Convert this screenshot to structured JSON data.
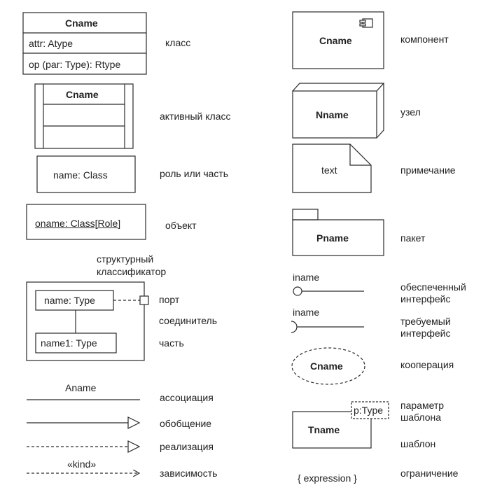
{
  "left": {
    "class": {
      "name": "Cname",
      "attr": "attr: Atype",
      "op": "op (par: Type): Rtype",
      "label": "класс"
    },
    "active_class": {
      "name": "Cname",
      "label": "активный класс"
    },
    "role": {
      "text": "name: Class",
      "label": "роль или часть"
    },
    "object": {
      "text": "oname: Class[Role]",
      "label": "объект"
    },
    "structured": {
      "title_line1": "структурный",
      "title_line2": "классификатор",
      "part1": "name: Type",
      "part2": "name1: Type",
      "port_label": "порт",
      "connector_label": "соединитель",
      "part_label": "часть"
    },
    "association": {
      "name": "Aname",
      "label": "ассоциация"
    },
    "generalization": {
      "label": "обобщение"
    },
    "realization": {
      "label": "реализация"
    },
    "dependency": {
      "stereotype": "«kind»",
      "label": "зависимость"
    }
  },
  "right": {
    "component": {
      "name": "Cname",
      "label": "компонент"
    },
    "node": {
      "name": "Nname",
      "label": "узел"
    },
    "note": {
      "text": "text",
      "label": "примечание"
    },
    "package": {
      "name": "Pname",
      "label": "пакет"
    },
    "provided_interface": {
      "name": "iname",
      "label_line1": "обеспеченный",
      "label_line2": "интерфейс"
    },
    "required_interface": {
      "name": "iname",
      "label_line1": "требуемый",
      "label_line2": "интерфейс"
    },
    "collaboration": {
      "name": "Cname",
      "label": "кооперация"
    },
    "template": {
      "param": "p:Type",
      "name": "Tname",
      "param_label_line1": "параметр",
      "param_label_line2": "шаблона",
      "label": "шаблон"
    },
    "constraint": {
      "text": "{ expression }",
      "label": "ограничение"
    }
  }
}
